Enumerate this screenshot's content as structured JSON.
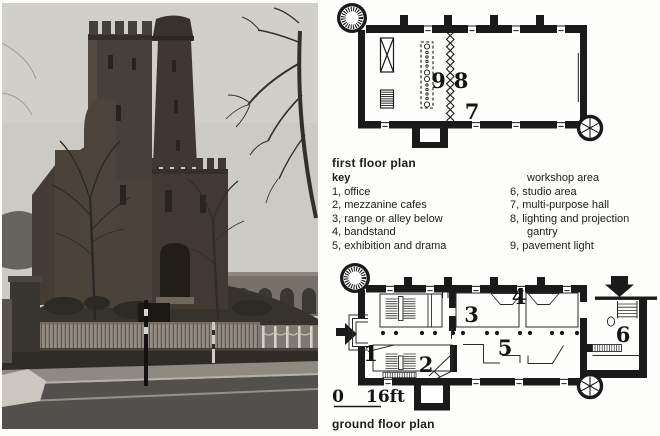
{
  "page": {
    "paper": "#fdfdfb",
    "ink": "#1a1a1a"
  },
  "photo": {
    "type": "black-and-white photograph",
    "subject": "castellated Victorian brick water tower with square crenellated tower and round standpipe tower on a mound, bare winter trees, picket fence, low wall and road in the foreground"
  },
  "plans": {
    "first_floor": {
      "title": "first floor plan",
      "labels": {
        "7": "7",
        "8": "8",
        "9": "9"
      }
    },
    "ground_floor": {
      "title": "ground floor plan",
      "labels": {
        "1": "1",
        "2": "2",
        "3": "3",
        "4": "4",
        "5": "5",
        "6": "6"
      },
      "scale": {
        "zero": "0",
        "end": "16ft"
      }
    }
  },
  "key": {
    "heading": "key",
    "left_column": [
      "1, office",
      "2, mezzanine cafes",
      "3, range or alley below",
      "4, bandstand",
      "5, exhibition and drama"
    ],
    "right_column": [
      "workshop area",
      "6, studio area",
      "7, multi-purpose hall",
      "8, lighting and projection",
      "gantry",
      "9, pavement light"
    ]
  }
}
